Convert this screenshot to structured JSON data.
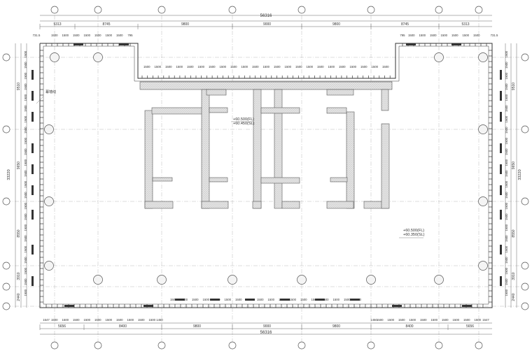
{
  "overall_dimension": "56316",
  "top_bays": [
    "5313",
    "8745",
    "9800",
    "9000",
    "9800",
    "8745",
    "5313"
  ],
  "bottom_bays": [
    "5656",
    "8400",
    "9800",
    "9000",
    "9800",
    "8400",
    "5656"
  ],
  "left_bays": [
    "9510",
    "9650",
    "8550",
    "3910",
    "2440"
  ],
  "right_bays": [
    "9510",
    "9650",
    "8550",
    "3910",
    "2440"
  ],
  "total_height": "33220",
  "module": "1500",
  "edge_top_left": [
    "731.5",
    "795"
  ],
  "edge_top_right": [
    "795",
    "731.5"
  ],
  "edge_bottom_left": [
    "1547",
    "1450"
  ],
  "edge_bottom_right": [
    "1450",
    "1547"
  ],
  "level_core": [
    "+60.500(FL)",
    "+60.450(SL)"
  ],
  "level_floor": [
    "+60.500(FL)",
    "+60.350(SL)"
  ],
  "note_label": "幕墙线",
  "grid_bubbles_top": [
    "",
    "",
    "",
    "",
    "",
    "",
    "",
    ""
  ],
  "grid_bubbles_side": [
    "",
    "",
    "",
    "",
    "",
    ""
  ]
}
